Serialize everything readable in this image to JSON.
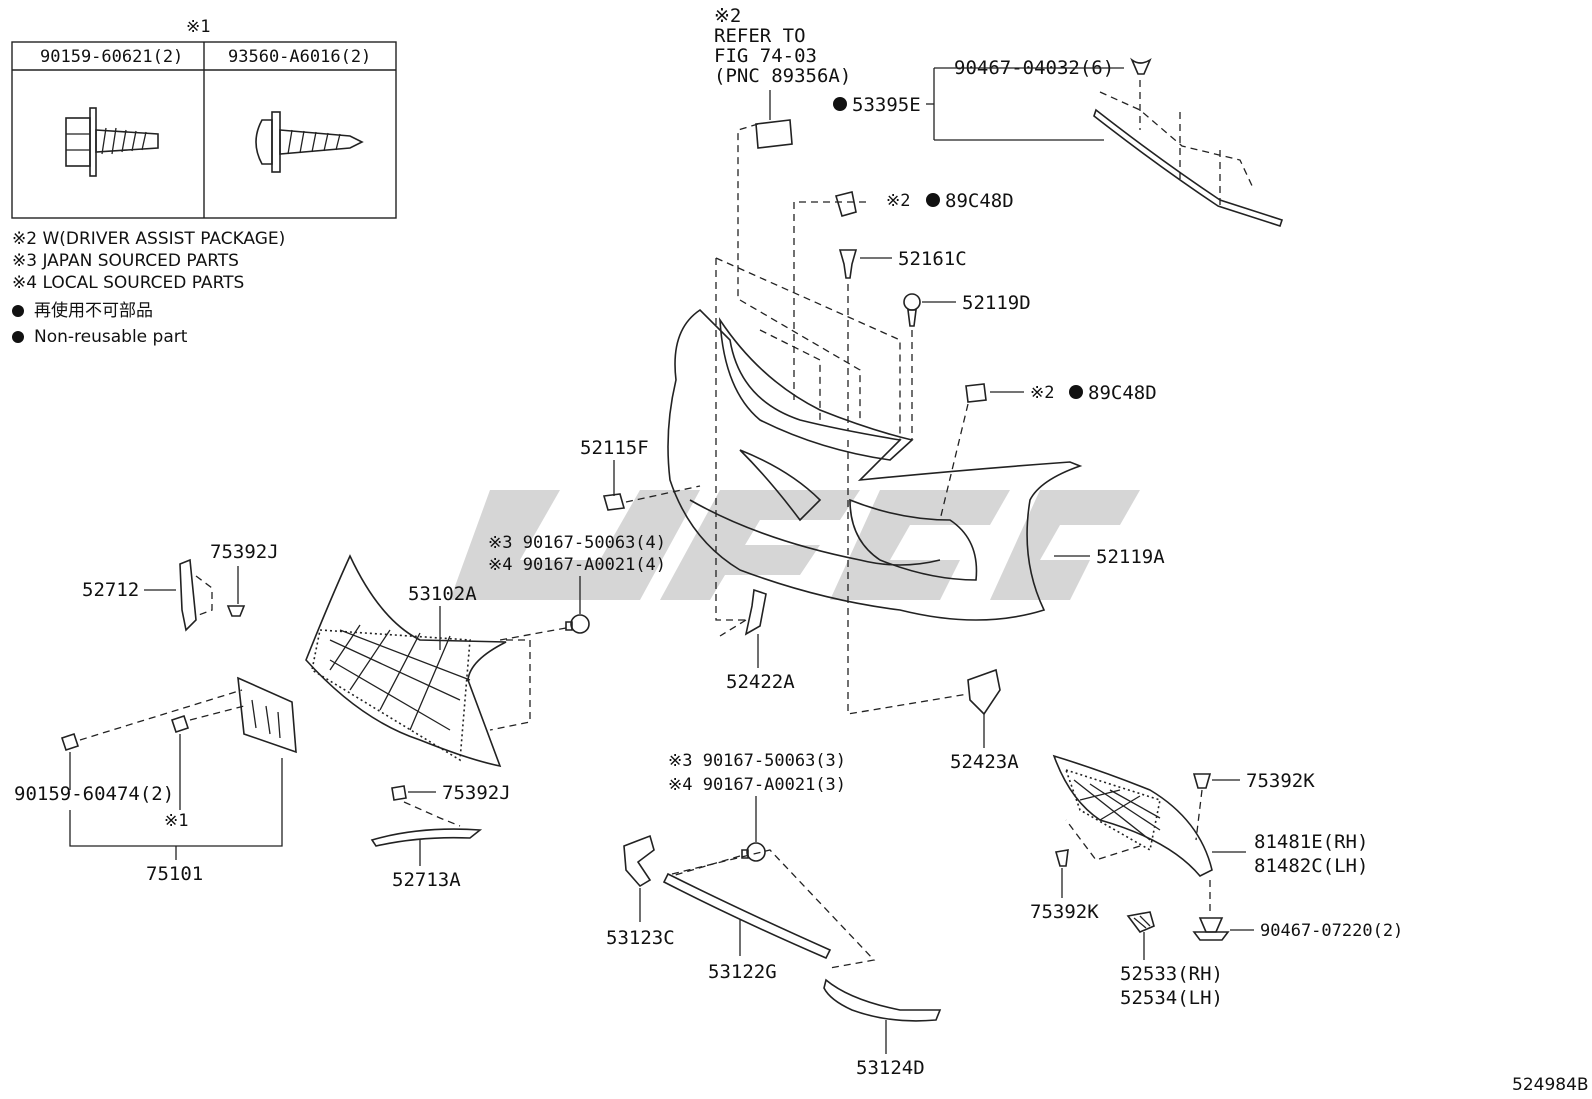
{
  "fastener_table": {
    "note_mark": "※1",
    "col1": "90159-60621(2)",
    "col2": "93560-A6016(2)"
  },
  "legend": {
    "note2": "※2 W(DRIVER ASSIST PACKAGE)",
    "note3": "※3 JAPAN SOURCED PARTS",
    "note4": "※4 LOCAL SOURCED PARTS",
    "nonreusable_jp": "再使用不可部品",
    "nonreusable_en": "Non-reusable part"
  },
  "refer": {
    "line1": "※2",
    "line2": "REFER TO",
    "line3": "FIG 74-03",
    "line4": "(PNC 89356A)"
  },
  "labels": {
    "p90467_04032": "90467-04032(6)",
    "p53395E": "53395E",
    "p89C48D_top": "89C48D",
    "p89C48D_top_note": "※2",
    "p52161C": "52161C",
    "p52119D": "52119D",
    "p89C48D_mid": "89C48D",
    "p89C48D_mid_note": "※2",
    "p52115F": "52115F",
    "p52119A": "52119A",
    "p90167_grille_3": "※3 90167-50063(4)",
    "p90167_grille_4": "※4 90167-A0021(4)",
    "p53102A": "53102A",
    "p75392J_top": "75392J",
    "p52712": "52712",
    "p52422A": "52422A",
    "p52423A": "52423A",
    "p90159_60474": "90159-60474(2)",
    "p75101_note": "※1",
    "p75101": "75101",
    "p75392J_low": "75392J",
    "p52713A": "52713A",
    "p90167_lower_3": "※3 90167-50063(3)",
    "p90167_lower_4": "※4 90167-A0021(3)",
    "p53123C": "53123C",
    "p53122G": "53122G",
    "p53124D": "53124D",
    "p75392K_top": "75392K",
    "p81481E": "81481E(RH)",
    "p81482C": "81482C(LH)",
    "p75392K_low": "75392K",
    "p90467_07220": "90467-07220(2)",
    "p52533": "52533(RH)",
    "p52534": "52534(LH)"
  },
  "illustration_id": "524984B"
}
